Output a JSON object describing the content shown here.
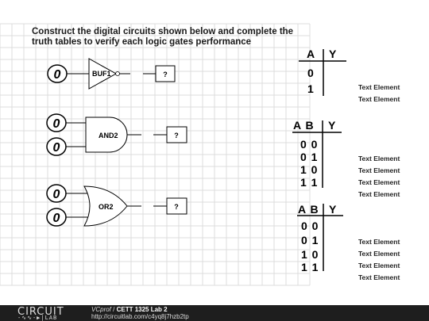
{
  "instructions": {
    "line1": "Construct the digital circuits shown below and complete the",
    "line2": "truth tables to verify each logic gates performance"
  },
  "gates": {
    "buf": {
      "label": "BUF1",
      "input": "0",
      "output": "?"
    },
    "and": {
      "label": "AND2",
      "input_a": "0",
      "input_b": "0",
      "output": "?"
    },
    "or": {
      "label": "OR2",
      "input_a": "0",
      "input_b": "0",
      "output": "?"
    }
  },
  "truth_tables": {
    "buf": {
      "header_in": "A",
      "header_out": "Y",
      "rows": [
        "0",
        "1"
      ]
    },
    "and": {
      "header_in": "A B",
      "header_out": "Y",
      "rows": [
        "0 0",
        "0 1",
        "1 0",
        "1 1"
      ]
    },
    "or": {
      "header_in": "A B",
      "header_out": "Y",
      "rows": [
        "0 0",
        "0 1",
        "1 0",
        "1 1"
      ]
    }
  },
  "text_elements": [
    "Text Element",
    "Text Element",
    "Text Element",
    "Text Element",
    "Text Element",
    "Text Element",
    "Text Element",
    "Text Element",
    "Text Element",
    "Text Element"
  ],
  "footer": {
    "logo_top": "CIRCUIT",
    "logo_bottom": "LAB",
    "author": "VCprof",
    "separator": " / ",
    "project": "CETT 1325 Lab 2",
    "url": "http://circuitlab.com/c4yq8j7hzb2tp"
  }
}
